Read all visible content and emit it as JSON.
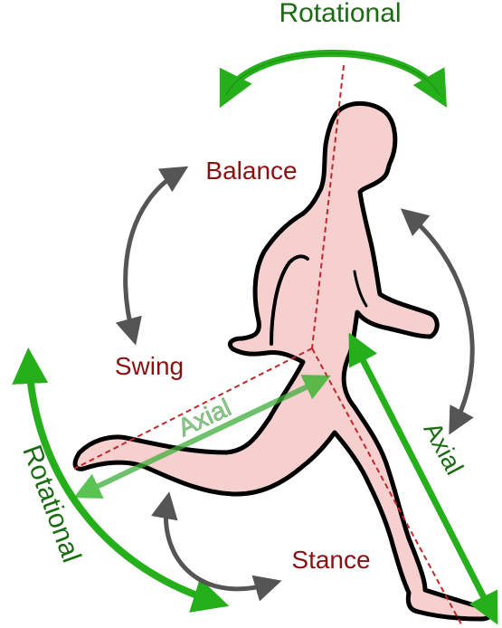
{
  "labels": {
    "rotational_top": "Rotational",
    "rotational_left": "Rotational",
    "balance": "Balance",
    "swing": "Swing",
    "stance": "Stance",
    "axial_leg": "Axial",
    "axial_right": "Axial"
  },
  "colors": {
    "green_text": "#1b6b12",
    "green_arrow": "#25b01b",
    "phase_text": "#8b1010",
    "cycle_arrow": "#555555",
    "body_fill": "#f5d0cf",
    "body_outline": "#000000",
    "axis_line": "#c0282a",
    "axial_faded": "#8cc98a"
  }
}
